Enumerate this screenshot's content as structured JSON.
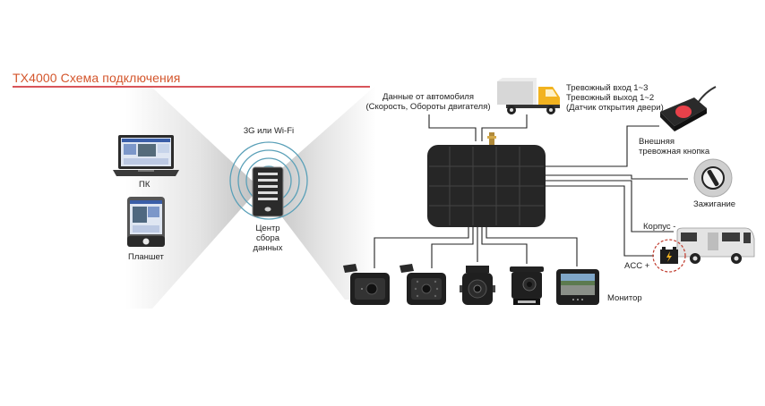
{
  "title": "TX4000 Схема подключения",
  "colors": {
    "title": "#d4562c",
    "rule": "#d8555a",
    "wifi_arcs": "#5aa0b8",
    "wire": "#222222",
    "alarm_button": "#e8414a",
    "truck_cab": "#f2b320",
    "acc_circle": "#c0392b"
  },
  "left_panel": {
    "pc_label": "ПК",
    "tablet_label": "Планшет",
    "wireless_label": "3G или Wi-Fi",
    "data_center_label_lines": [
      "Центр",
      "сбора",
      "данных"
    ]
  },
  "inputs": {
    "vehicle_data_lines": [
      "Данные от автомобиля",
      "(Скорость, Обороты двигателя)"
    ],
    "alarm_io_lines": [
      "Тревожный вход 1~3",
      "Тревожный выход 1~2",
      "(Датчик открытия двери)"
    ],
    "external_button_lines": [
      "Внешняя",
      "тревожная кнопка"
    ],
    "ignition_label": "Зажигание",
    "ground_label": "Корпус -",
    "acc_label": "ACC +"
  },
  "outputs": {
    "cameras": [
      {
        "icon": "dash-camera-icon"
      },
      {
        "icon": "ir-dash-camera-icon"
      },
      {
        "icon": "ir-box-camera-icon"
      },
      {
        "icon": "rear-view-camera-icon"
      }
    ],
    "monitor_label": "Монитор"
  }
}
